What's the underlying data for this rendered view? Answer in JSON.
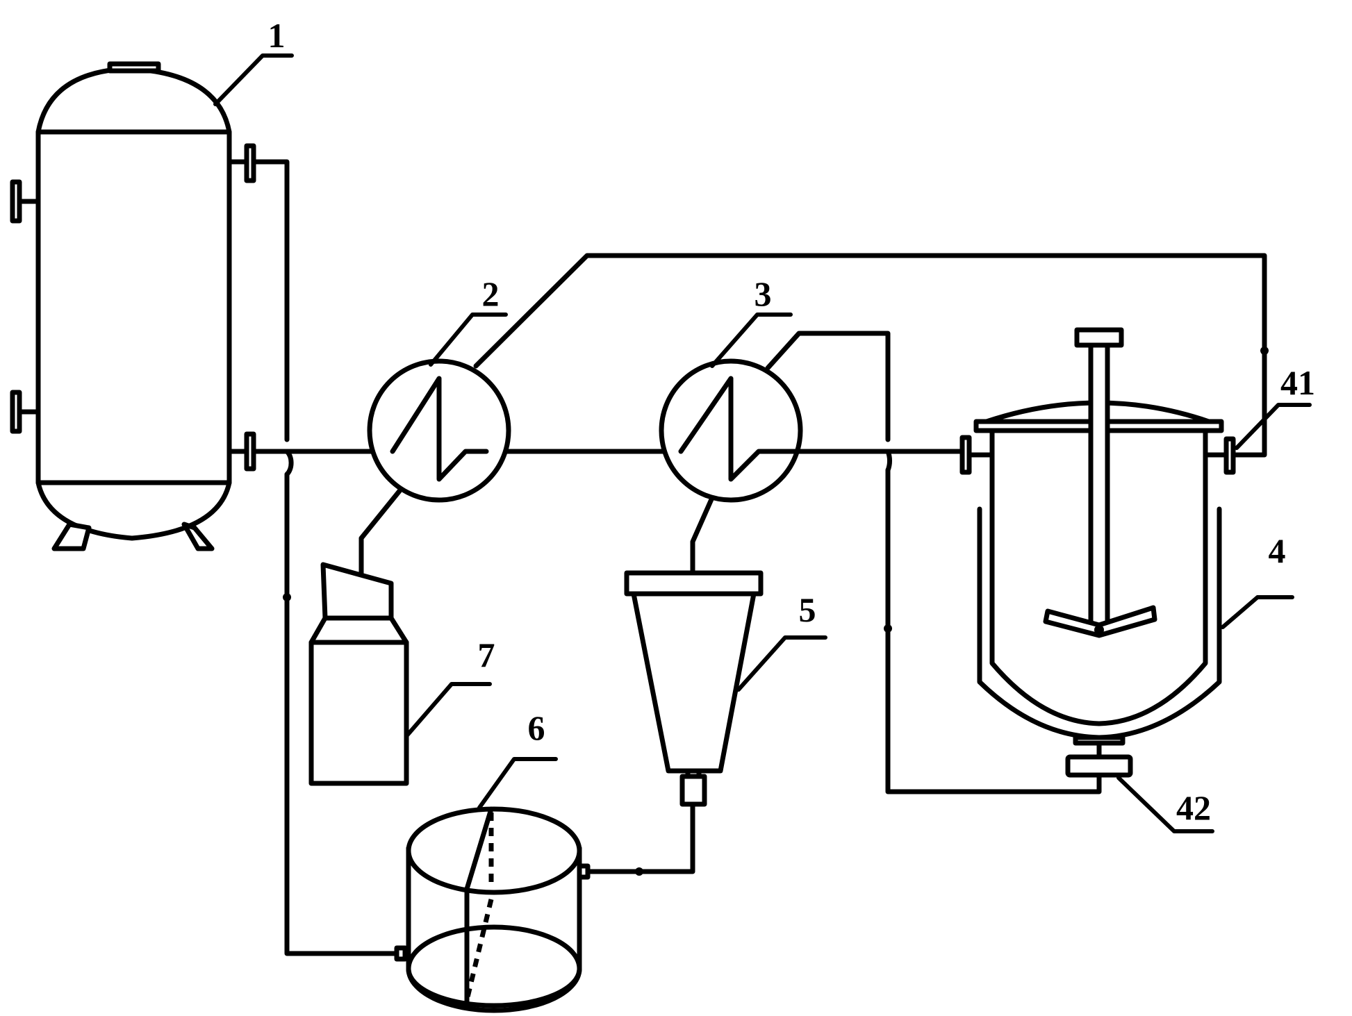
{
  "labels": {
    "l1": "1",
    "l2": "2",
    "l3": "3",
    "l4": "4",
    "l5": "5",
    "l6": "6",
    "l7": "7",
    "l41": "41",
    "l42": "42"
  }
}
